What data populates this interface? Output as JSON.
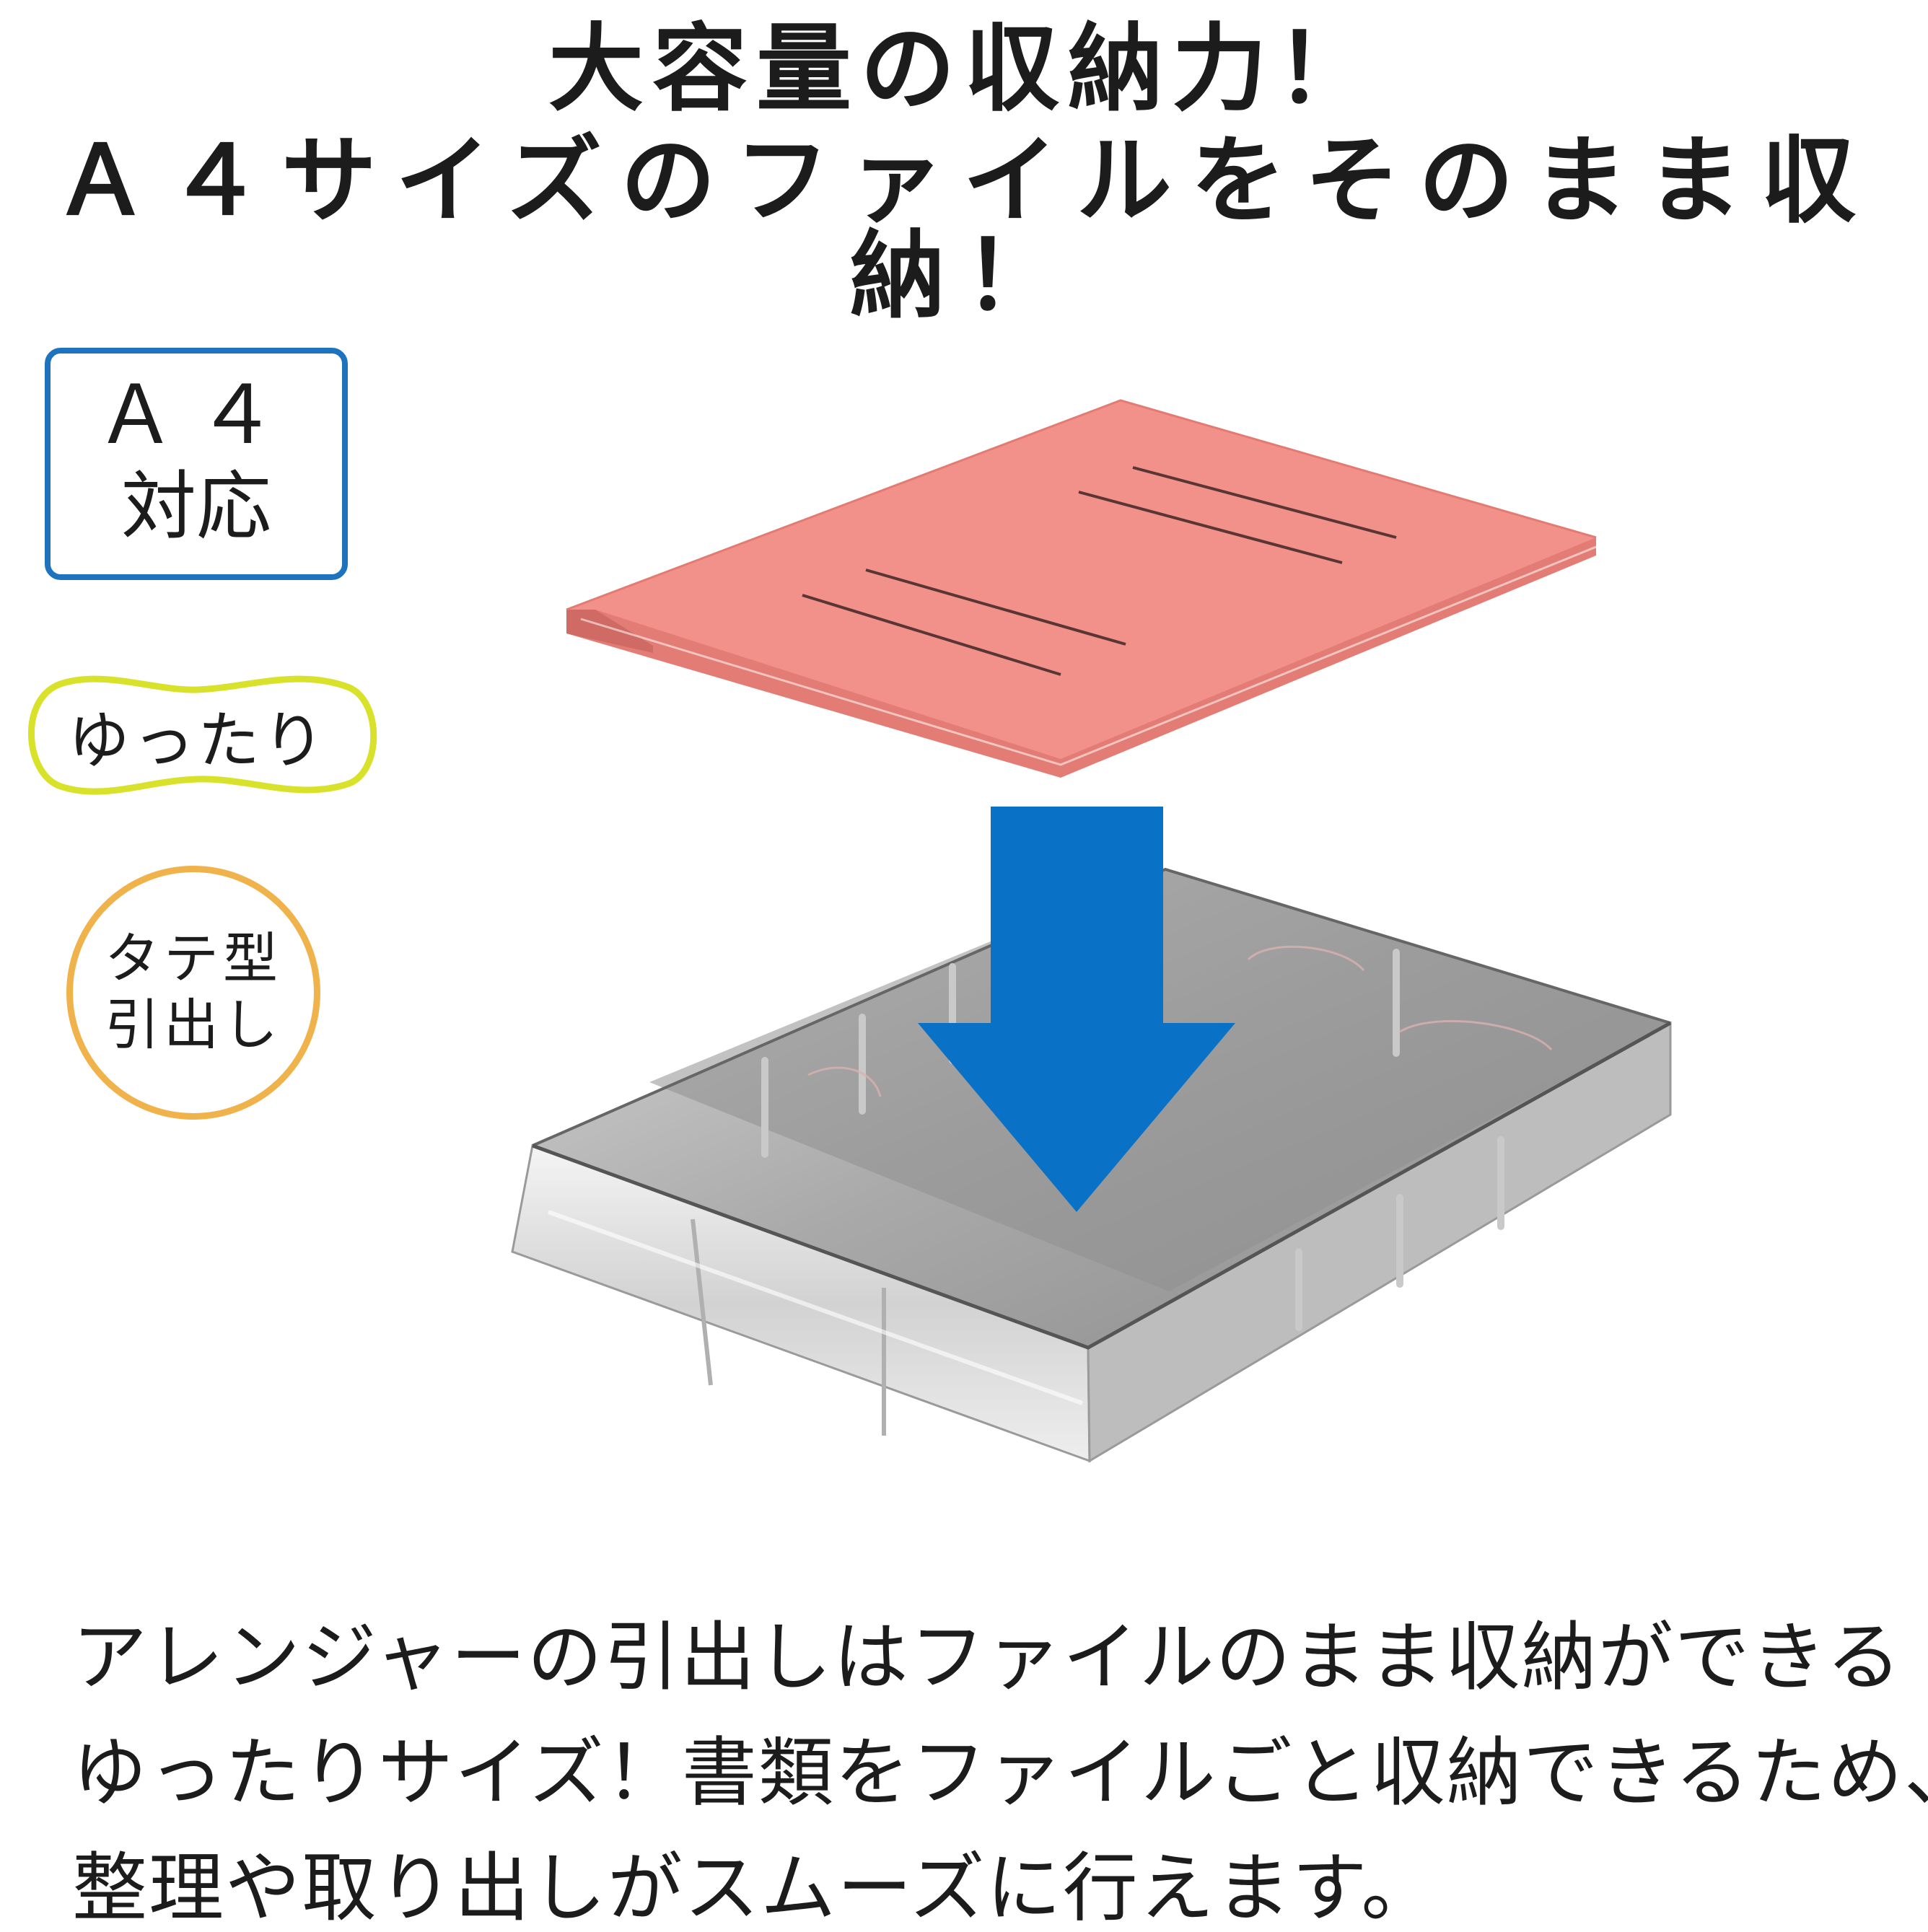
{
  "headline": {
    "line1": "大容量の収納力！",
    "line2": "Ａ４サイズのファイルをそのまま収納！"
  },
  "badges": {
    "a4": {
      "line1": "Ａ４",
      "line2": "対応",
      "color": "#1e73be"
    },
    "yuttari": {
      "label": "ゆったり",
      "color": "#d8e22a"
    },
    "tategata": {
      "line1": "タテ型",
      "line2": "引出し",
      "color": "#f0b24a"
    }
  },
  "illustration": {
    "file_color": "#f2918a",
    "arrow_color": "#0a72c6",
    "drawer_color": "#8f8f8f"
  },
  "description": {
    "line1": "アレンジャーの引出しはファイルのまま収納ができる",
    "line2": "ゆったりサイズ！書類をファイルごと収納できるため、",
    "line3": "整理や取り出しがスムーズに行えます。"
  }
}
